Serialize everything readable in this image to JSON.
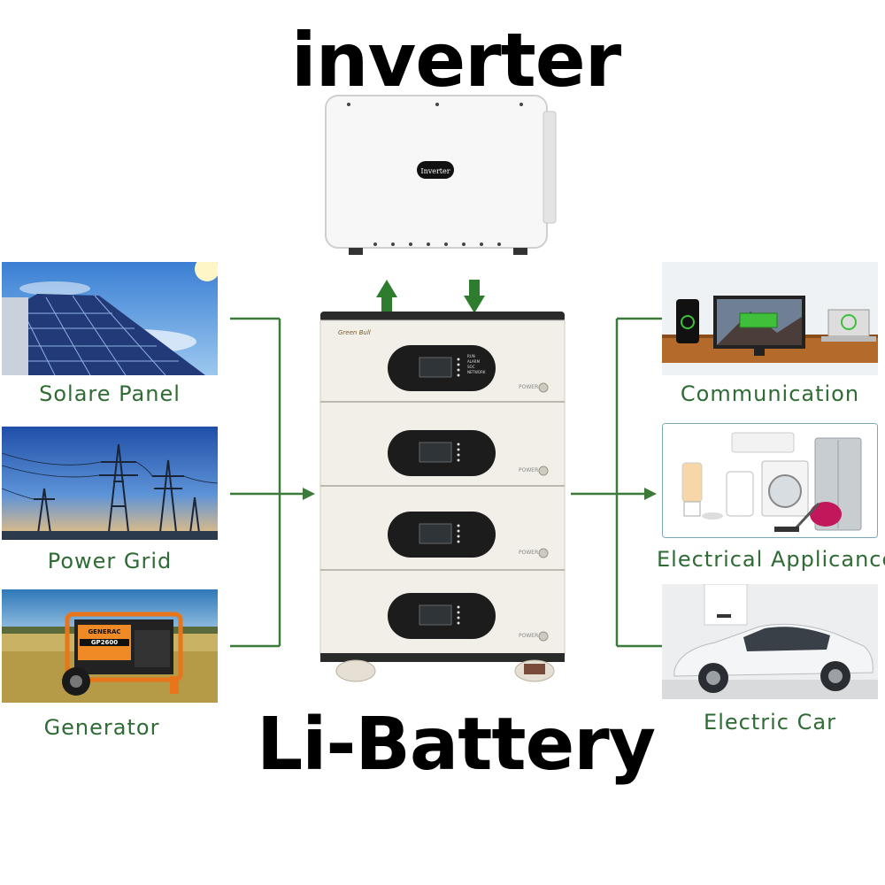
{
  "titles": {
    "inverter": "inverter",
    "battery": "Li-Battery"
  },
  "inverter_device": {
    "badge": "Inverter"
  },
  "battery_device": {
    "brand": "Green Bull",
    "module_label": "POWER",
    "indicator_labels": [
      "RUN",
      "ALARM",
      "SOC",
      "NETWORK"
    ]
  },
  "sources": [
    {
      "label": "Solare Panel"
    },
    {
      "label": "Power Grid"
    },
    {
      "label": "Generator"
    }
  ],
  "generator_photo": {
    "brand": "GENERAC",
    "model": "GP2600"
  },
  "loads": [
    {
      "label": "Communication"
    },
    {
      "label": "Electrical Applicance"
    },
    {
      "label": "Electric Car"
    }
  ],
  "colors": {
    "connector": "#3c7a3a",
    "arrow": "#2e7d2e",
    "label": "#2f6b34"
  }
}
